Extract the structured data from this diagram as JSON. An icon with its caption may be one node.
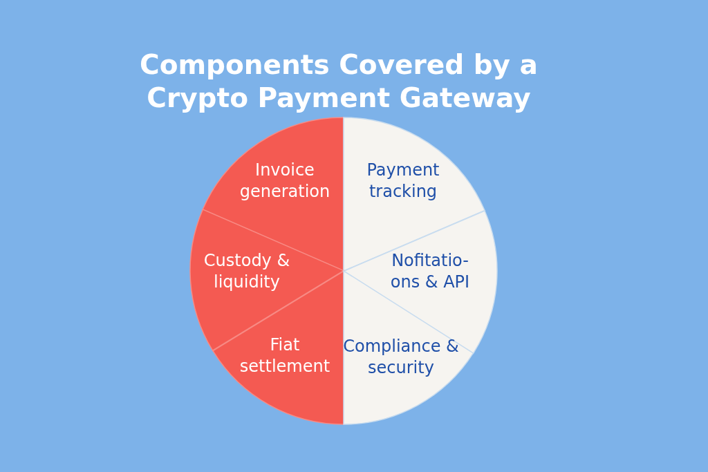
{
  "diagram": {
    "title": "Components Covered by a Crypto Payment Gateway",
    "nodes": [
      {
        "text": [
          "Invoice generation"
        ]
      },
      {
        "text": [
          "Payment tracking"
        ]
      },
      {
        "text": [
          "Custody & liquidity"
        ]
      },
      {
        "text": [
          "Nofitatio- ons & API"
        ]
      },
      {
        "text": [
          "Fiat settlement"
        ]
      },
      {
        "text": [
          "Compliance & security"
        ]
      }
    ]
  }
}
